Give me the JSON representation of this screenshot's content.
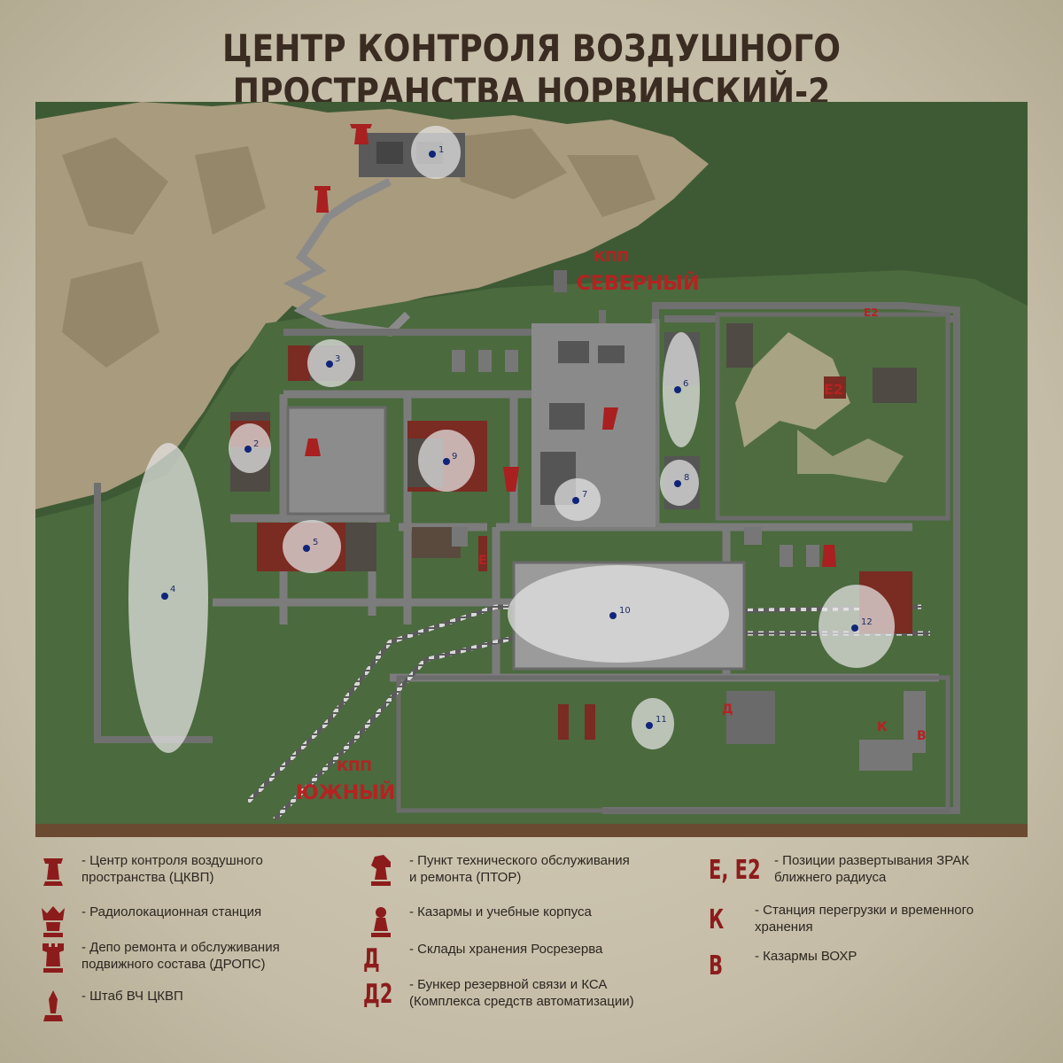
{
  "title": "ЦЕНТР КОНТРОЛЯ ВОЗДУШНОГО ПРОСТРАНСТВА НОРВИНСКИЙ-2",
  "colors": {
    "forest": "#3e5a34",
    "grass": "#4b6a3e",
    "mountain": "#a89b7e",
    "road": "#7c7c7c",
    "building_red": "#7a2b22",
    "highlight": "#e6e6e6",
    "marker": "#10257a",
    "label_red": "#b52222",
    "legend_red": "#8c1c1c"
  },
  "checkpoints": [
    {
      "label_top": "КПП",
      "label_bottom": "СЕВЕРНЫЙ"
    },
    {
      "label_top": "КПП",
      "label_bottom": "ЮЖНЫЙ"
    }
  ],
  "zones": [
    {
      "number": "1"
    },
    {
      "number": "2"
    },
    {
      "number": "3"
    },
    {
      "number": "4"
    },
    {
      "number": "5"
    },
    {
      "number": "6"
    },
    {
      "number": "7"
    },
    {
      "number": "8"
    },
    {
      "number": "9"
    },
    {
      "number": "10"
    },
    {
      "number": "11"
    },
    {
      "number": "12"
    }
  ],
  "map_letters": {
    "e2": "Е2",
    "e": "Е",
    "d": "Д",
    "k": "К",
    "v": "В",
    "r2": "Е2"
  },
  "legend": [
    {
      "icon": "king-piece-icon",
      "text": "- Центр контроля воздушного\nпространства (ЦКВП)"
    },
    {
      "icon": "queen-piece-icon",
      "text": "- Радиолокационная станция"
    },
    {
      "icon": "rook-piece-icon",
      "text": "- Депо ремонта и обслуживания\nподвижного состава (ДРОПС)"
    },
    {
      "icon": "bishop-piece-icon",
      "text": "- Штаб ВЧ ЦКВП"
    },
    {
      "icon": "knight-piece-icon",
      "text": "- Пункт технического обслуживания\nи ремонта (ПТОР)"
    },
    {
      "icon": "pawn-piece-icon",
      "text": "- Казармы и учебные корпуса"
    },
    {
      "icon": "letter-d-icon",
      "letters": "Д",
      "text": "- Склады хранения Росрезерва"
    },
    {
      "icon": "letter-d2-icon",
      "letters": "Д2",
      "text": "- Бункер резервной связи и КСА\n(Комплекса средств автоматизации)"
    },
    {
      "icon": "letter-e-e2-icon",
      "letters": "Е, Е2",
      "text": "- Позиции развертывания ЗРАК\nближнего радиуса"
    },
    {
      "icon": "letter-k-icon",
      "letters": "К",
      "text": "- Станция перегрузки и временного\nхранения"
    },
    {
      "icon": "letter-v-icon",
      "letters": "В",
      "text": "- Казармы ВОХР"
    }
  ]
}
